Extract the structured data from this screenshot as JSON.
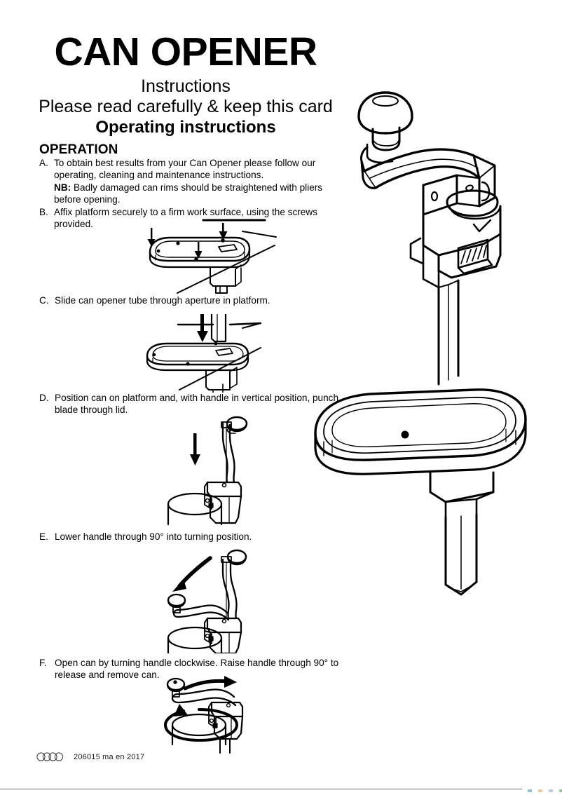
{
  "document": {
    "title": "CAN OPENER",
    "subtitle_1": "Instructions",
    "subtitle_2": "Please read carefully & keep this card",
    "subtitle_3": "Operating instructions"
  },
  "section": {
    "heading": "OPERATION"
  },
  "steps": [
    {
      "letter": "A.",
      "text": "To obtain best results from your Can Opener please follow our operating, cleaning and maintenance instructions.",
      "note_label": "NB:",
      "note_text": "Badly damaged can rims should be straightened with pliers before opening."
    },
    {
      "letter": "B.",
      "text": "Affix platform securely to a firm work surface, using the screws provided."
    },
    {
      "letter": "C.",
      "text": "Slide can opener tube through aperture in platform."
    },
    {
      "letter": "D.",
      "text": "Position can on platform and, with handle in vertical position, punch blade through lid."
    },
    {
      "letter": "E.",
      "text": "Lower handle through 90° into turning position."
    },
    {
      "letter": "F.",
      "text": "Open can by turning handle clockwise. Raise handle through 90° to release and remove can."
    }
  ],
  "figures": [
    {
      "name": "platform-mounting-figure",
      "caption_ref": "B"
    },
    {
      "name": "tube-insertion-figure",
      "caption_ref": "C"
    },
    {
      "name": "punch-blade-figure",
      "caption_ref": "D"
    },
    {
      "name": "lower-handle-figure",
      "caption_ref": "E"
    },
    {
      "name": "turn-handle-figure",
      "caption_ref": "F"
    },
    {
      "name": "product-overview-figure",
      "caption_ref": ""
    }
  ],
  "footer": {
    "code": "206015 ma en 2017",
    "registration_marks": 4
  },
  "colors": {
    "ink": "#000000",
    "paper": "#ffffff",
    "rule": "#6e6e6e",
    "footer_text": "#1a1a1a",
    "strip": [
      "#3a8fb7",
      "#d8a24a",
      "#7f9fd0",
      "#4f8f5f",
      "#b85c3a",
      "#8a8a3a"
    ]
  }
}
